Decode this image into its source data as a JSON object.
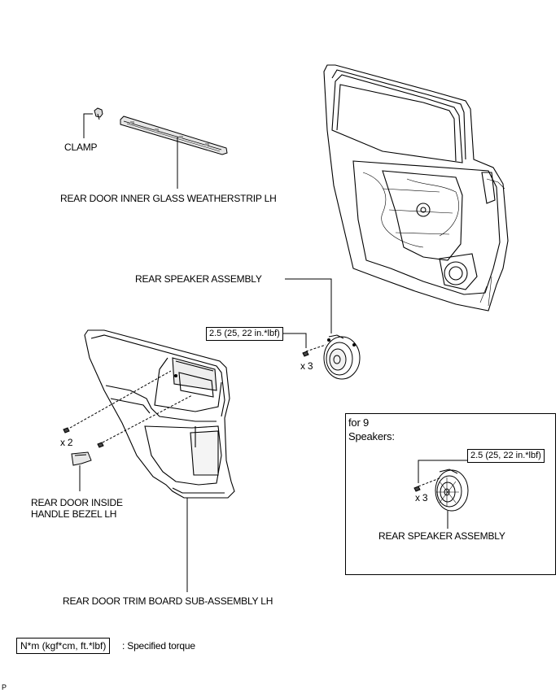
{
  "labels": {
    "clamp": "CLAMP",
    "weatherstrip": "REAR DOOR INNER GLASS WEATHERSTRIP LH",
    "speaker_main": "REAR SPEAKER ASSEMBLY",
    "speaker_inset": "REAR SPEAKER ASSEMBLY",
    "bezel_line1": "REAR DOOR INSIDE",
    "bezel_line2": "HANDLE BEZEL LH",
    "trim_board": "REAR DOOR TRIM BOARD SUB-ASSEMBLY LH"
  },
  "torque": {
    "main": "2.5 (25, 22 in.*lbf)",
    "inset": "2.5 (25, 22 in.*lbf)"
  },
  "quantities": {
    "speaker_screws": "x 3",
    "trim_screws": "x 2",
    "inset_screws": "x 3"
  },
  "inset": {
    "line1": "for 9",
    "line2": "Speakers:"
  },
  "legend": {
    "unit_box": "N*m (kgf*cm, ft.*lbf)",
    "description": ": Specified torque"
  },
  "corner_mark": "P"
}
